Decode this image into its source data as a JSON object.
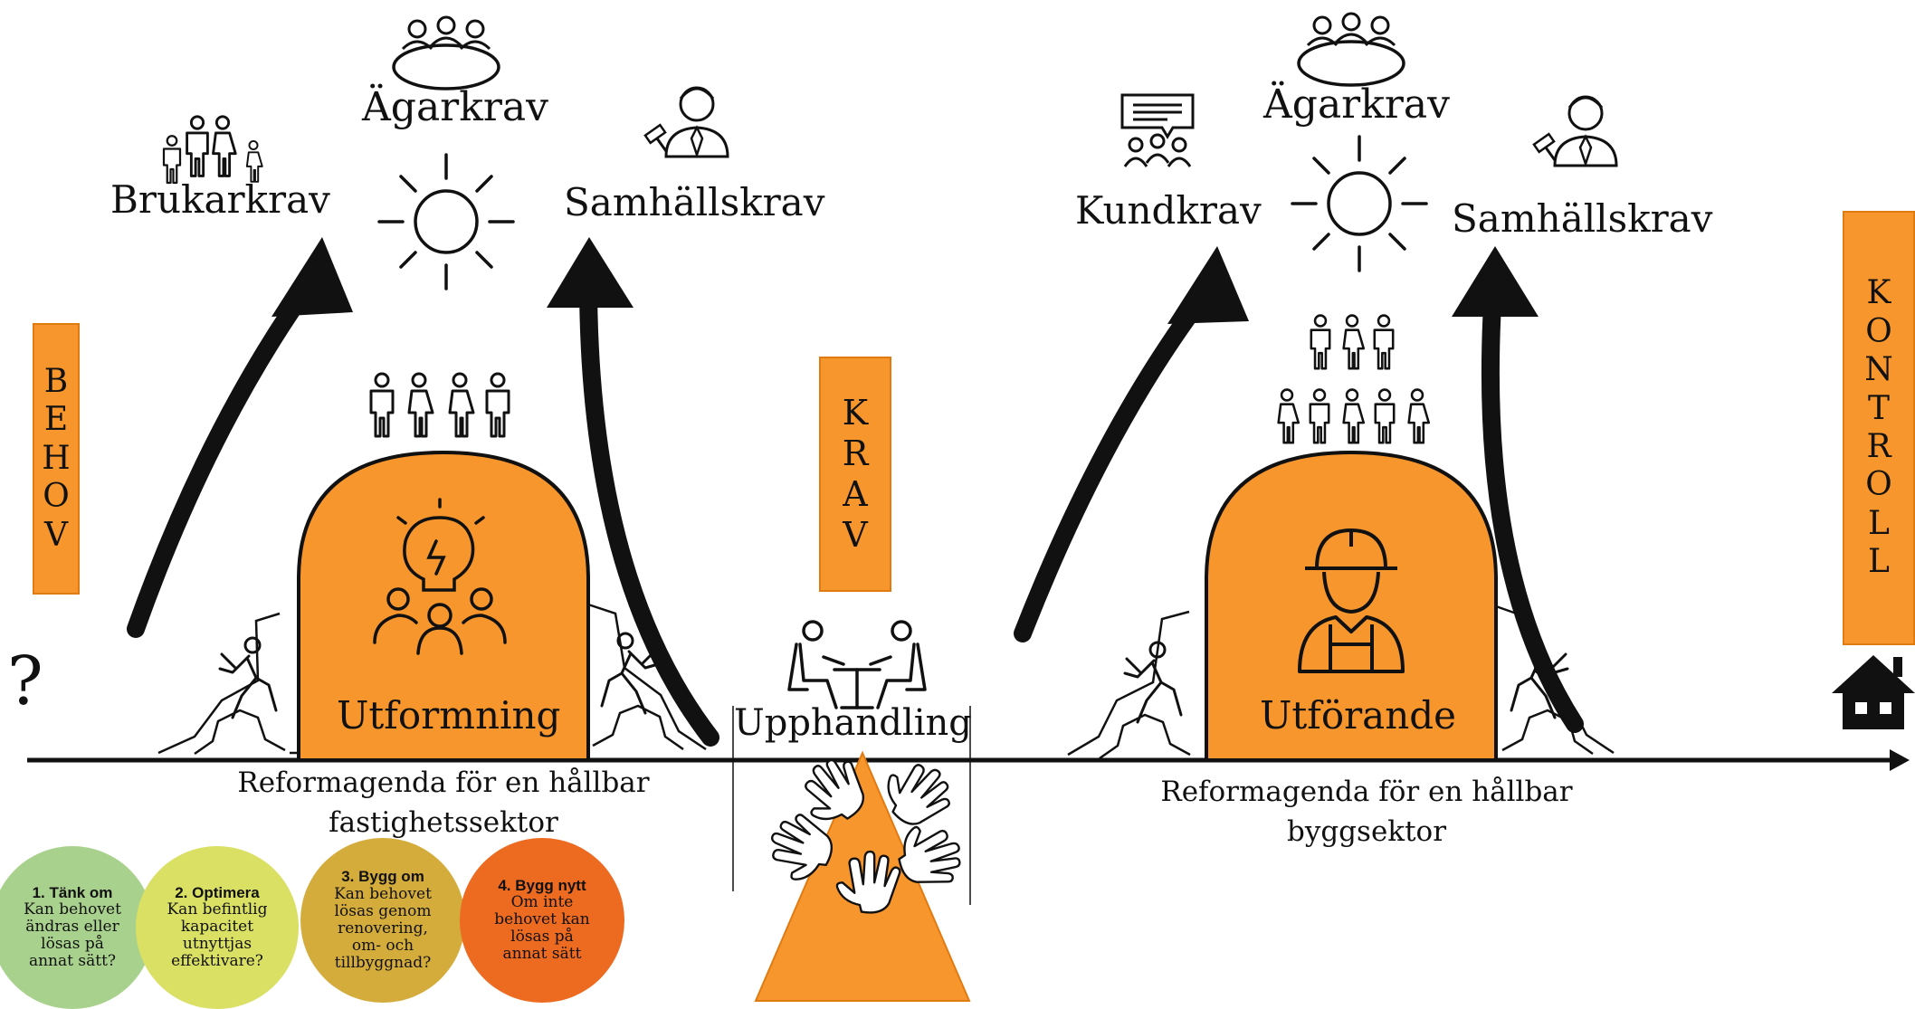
{
  "left_section": {
    "requirements": {
      "user": "Brukarkrav",
      "owner": "Ägarkrav",
      "society": "Samhällskrav"
    },
    "phase_label": "Utformning",
    "reform_agenda": [
      "Reformagenda för en hållbar",
      "fastighetssektor"
    ]
  },
  "right_section": {
    "requirements": {
      "customer": "Kundkrav",
      "owner": "Ägarkrav",
      "society": "Samhällskrav"
    },
    "phase_label": "Utförande",
    "reform_agenda": [
      "Reformagenda för en hållbar",
      "byggsektor"
    ]
  },
  "procurement": {
    "label": "Upphandling"
  },
  "vertical_labels": {
    "behov": [
      "B",
      "E",
      "H",
      "O",
      "V"
    ],
    "krav": [
      "K",
      "R",
      "A",
      "V"
    ],
    "kontroll": [
      "K",
      "O",
      "N",
      "T",
      "R",
      "O",
      "L",
      "L"
    ]
  },
  "question_mark": "?",
  "steps": [
    {
      "title": "1. Tänk om",
      "lines": [
        "Kan behovet",
        "ändras eller",
        "lösas på",
        "annat sätt?"
      ],
      "color": "#a9d18e"
    },
    {
      "title": "2. Optimera",
      "lines": [
        "Kan befintlig",
        "kapacitet",
        "utnyttjas",
        "effektivare?"
      ],
      "color": "#d9e063"
    },
    {
      "title": "3. Bygg om",
      "lines": [
        "Kan behovet",
        "lösas genom",
        "renovering,",
        "om- och",
        "tillbyggnad?"
      ],
      "color": "#d4ac3c"
    },
    {
      "title": "4. Bygg nytt",
      "lines": [
        "Om inte",
        "behovet kan",
        "lösas på",
        "annat sätt"
      ],
      "color": "#ed6a21"
    }
  ],
  "colors": {
    "accent": "#f7962d",
    "accent_border": "#e07b12",
    "ink": "#111111"
  },
  "icons": [
    "family-icon",
    "meeting-table-icon",
    "sun-icon",
    "judge-icon",
    "people-group-icon",
    "lightbulb-team-icon",
    "climber-icon",
    "handshake-table-icon",
    "hands-together-icon",
    "speech-bubble-audience-icon",
    "worker-helmet-icon",
    "house-icon"
  ]
}
